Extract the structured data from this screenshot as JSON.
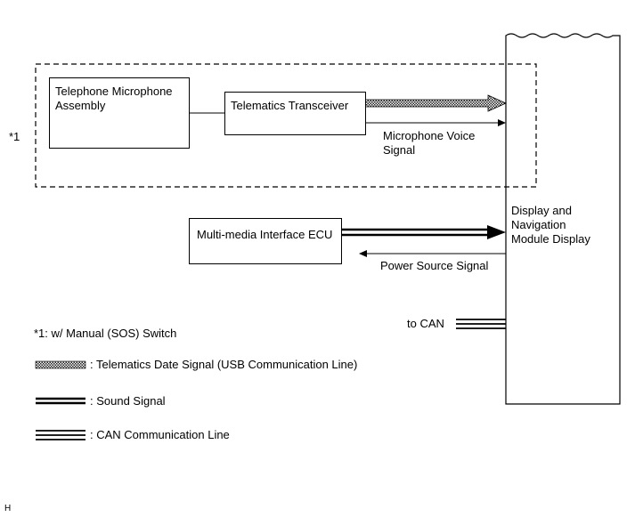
{
  "diagram": {
    "group_marker": "*1",
    "components": {
      "mic": "Telephone Microphone\nAssembly",
      "transceiver": "Telematics Transceiver",
      "mmi_ecu": "Multi-media Interface ECU",
      "display": "Display and\nNavigation\nModule Display"
    },
    "signals": {
      "mic_voice": "Microphone Voice\nSignal",
      "power_source": "Power Source Signal",
      "to_can": "to CAN"
    },
    "legend": {
      "note": "*1: w/ Manual (SOS) Switch",
      "telematics": ": Telematics Date Signal (USB Communication Line)",
      "sound": ": Sound Signal",
      "can": ": CAN Communication Line"
    },
    "footer_code": "H"
  }
}
